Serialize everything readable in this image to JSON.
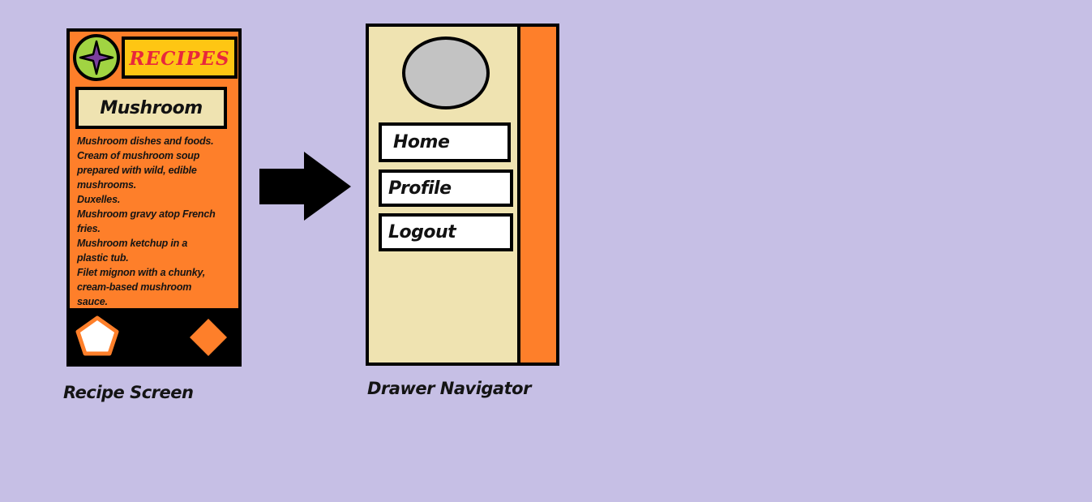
{
  "recipe_screen": {
    "banner": "RECIPES",
    "title": "Mushroom",
    "body_lines": [
      "Mushroom dishes and foods.",
      "Cream of mushroom soup",
      "prepared with wild, edible",
      "mushrooms.",
      "Duxelles.",
      "Mushroom gravy atop French",
      "fries.",
      "Mushroom ketchup in a",
      "plastic tub.",
      "Filet mignon with a chunky,",
      "cream-based mushroom",
      "sauce."
    ],
    "caption": "Recipe Screen",
    "icons": {
      "menu": "compass-star-icon",
      "left_button": "pentagon-icon",
      "right_button": "diamond-icon"
    }
  },
  "drawer": {
    "items": [
      {
        "label": "Home"
      },
      {
        "label": "Profile"
      },
      {
        "label": "Logout"
      }
    ],
    "caption": "Drawer Navigator",
    "icons": {
      "avatar": "avatar-placeholder"
    }
  },
  "arrow_icon": "right-arrow-icon",
  "colors": {
    "background": "#c6bfe5",
    "accent_orange": "#fe7f2a",
    "banner_yellow": "#fec613",
    "banner_text_red": "#e8283c",
    "cream": "#efe3b1",
    "lime": "#a1d442",
    "star_purple": "#7b3f9e",
    "avatar_gray": "#c3c3c3"
  }
}
